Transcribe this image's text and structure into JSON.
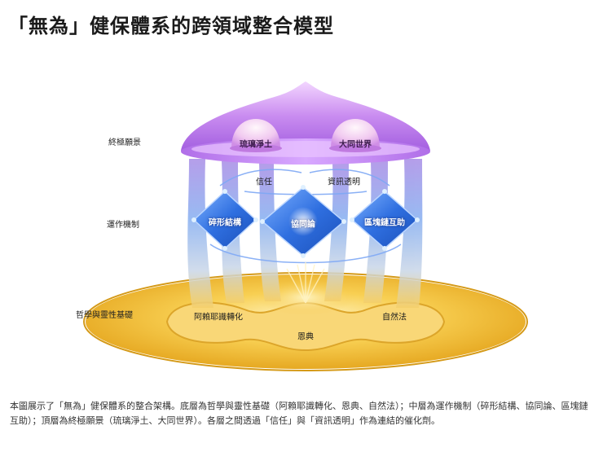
{
  "title": "「無為」健保體系的跨領域整合模型",
  "layers": {
    "top": "終極願景",
    "middle": "運作機制",
    "bottom": "哲學與靈性基礎"
  },
  "top_nodes": [
    "琉璃淨土",
    "大同世界"
  ],
  "links": [
    "信任",
    "資訊透明"
  ],
  "middle_nodes": [
    "碎形結構",
    "協同論",
    "區塊鏈互助"
  ],
  "bottom_nodes": [
    "阿賴耶識轉化",
    "恩典",
    "自然法"
  ],
  "caption": "本圖展示了「無為」健保體系的整合架構。底層為哲學與靈性基礎（阿賴耶識轉化、恩典、自然法）；中層為運作機制（碎形結構、協同論、區塊鏈互助）；頂層為終極願景（琉璃淨土、大同世界）。各層之間透過「信任」與「資訊透明」作為連結的催化劑。",
  "colors": {
    "top_layer": "#c98cf0",
    "middle_layer": "#2f6fe0",
    "bottom_layer": "#f0b81e"
  }
}
